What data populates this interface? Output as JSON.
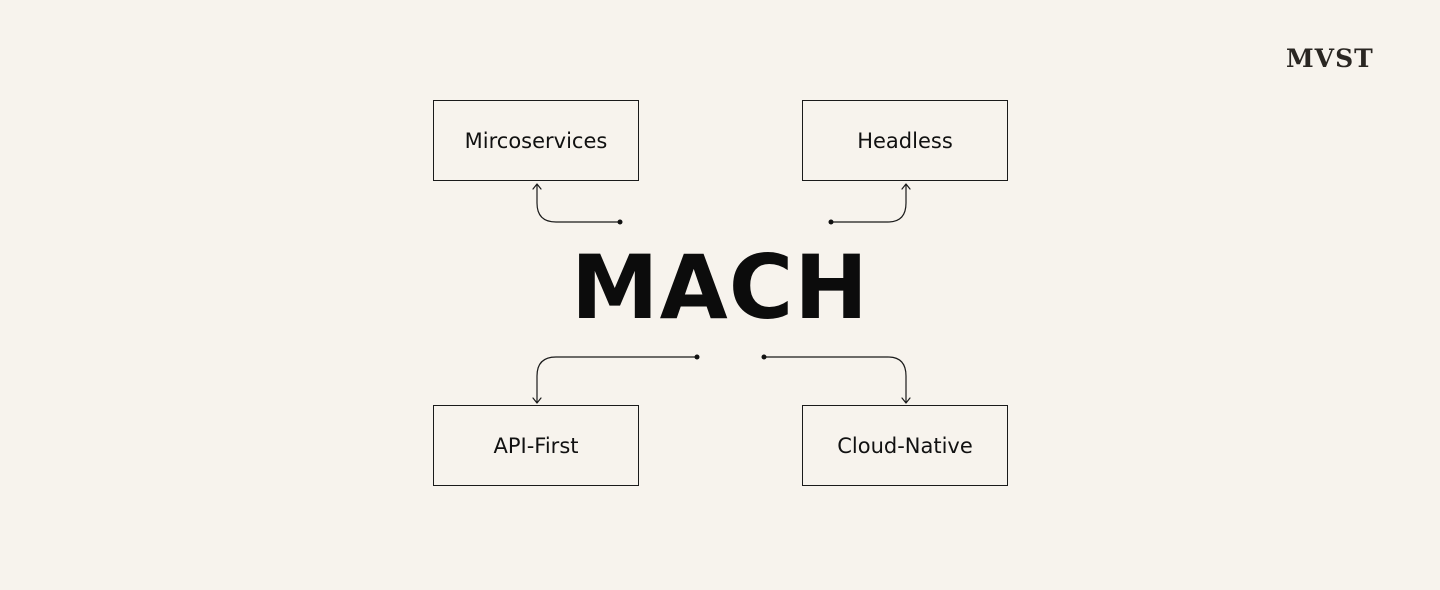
{
  "logo": {
    "text": "MVST"
  },
  "title": "MACH",
  "pillars": [
    {
      "label": "Mircoservices"
    },
    {
      "label": "Headless"
    },
    {
      "label": "API-First"
    },
    {
      "label": "Cloud-Native"
    }
  ],
  "colors": {
    "background": "#f7f3ed",
    "ink": "#111111"
  },
  "icons": [
    "arrow-up-icon",
    "arrow-down-icon",
    "connector-dot-icon"
  ]
}
